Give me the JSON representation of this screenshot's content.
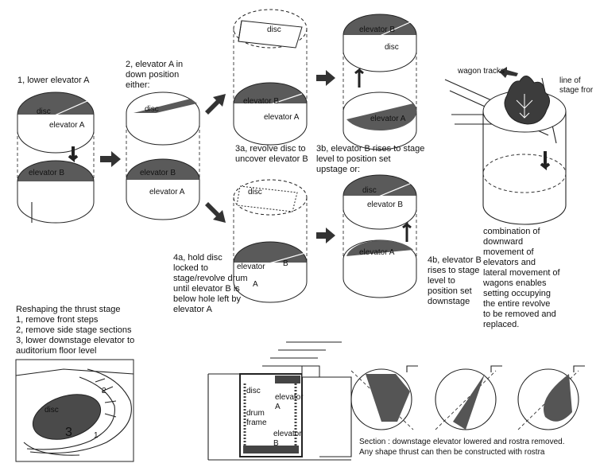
{
  "captions": {
    "step1": "1, lower elevator A",
    "step2_line1": "2, elevator A in",
    "step2_line2": "down position",
    "step2_line3": "either:",
    "step3a_line1": "3a, revolve disc to",
    "step3a_line2": "uncover elevator B",
    "step3b_line1": "3b, elevator B rises to stage",
    "step3b_line2": "level to position set",
    "step3b_line3": "upstage or:",
    "step4a_line1": "4a, hold disc",
    "step4a_line2": "locked to",
    "step4a_line3": "stage/revolve drum",
    "step4a_line4": "until elevator B is",
    "step4a_line5": "below hole left by",
    "step4a_line6": "elevator A",
    "step4b_line1": "4b, elevator B",
    "step4b_line2": "rises to stage",
    "step4b_line3": "level to",
    "step4b_line4": "position set",
    "step4b_line5": "downstage",
    "combo_line1": "combination of",
    "combo_line2": "downward",
    "combo_line3": "movement of",
    "combo_line4": "elevators and",
    "combo_line5": "lateral movement of",
    "combo_line6": "wagons enables",
    "combo_line7": "setting occupying",
    "combo_line8": "the entire revolve",
    "combo_line9": "to be removed and",
    "combo_line10": "replaced.",
    "reshape_title": "Reshaping the thrust stage",
    "reshape_1": "1, remove front steps",
    "reshape_2": "2, remove side stage sections",
    "reshape_3": "3, lower downstage elevator to",
    "reshape_3b": "auditorium floor level",
    "section_line1": "Section : downstage elevator lowered and rostra removed.",
    "section_line2": "Any shape thrust can then be constructed with rostra"
  },
  "labels": {
    "disc": "disc",
    "elevator_a": "elevator A",
    "elevator_b": "elevator B",
    "elevator": "elevator",
    "a": "A",
    "b": "B",
    "wagon_tracks": "wagon tracks",
    "line_of_stage_front_1": "line of",
    "line_of_stage_front_2": "stage fror",
    "drum": "drum",
    "frame": "frame",
    "num_3": "3",
    "num_2": "2",
    "num_1": "1"
  },
  "colors": {
    "ink": "#222222",
    "fill_dark": "#5a5a5a",
    "background": "#ffffff"
  }
}
